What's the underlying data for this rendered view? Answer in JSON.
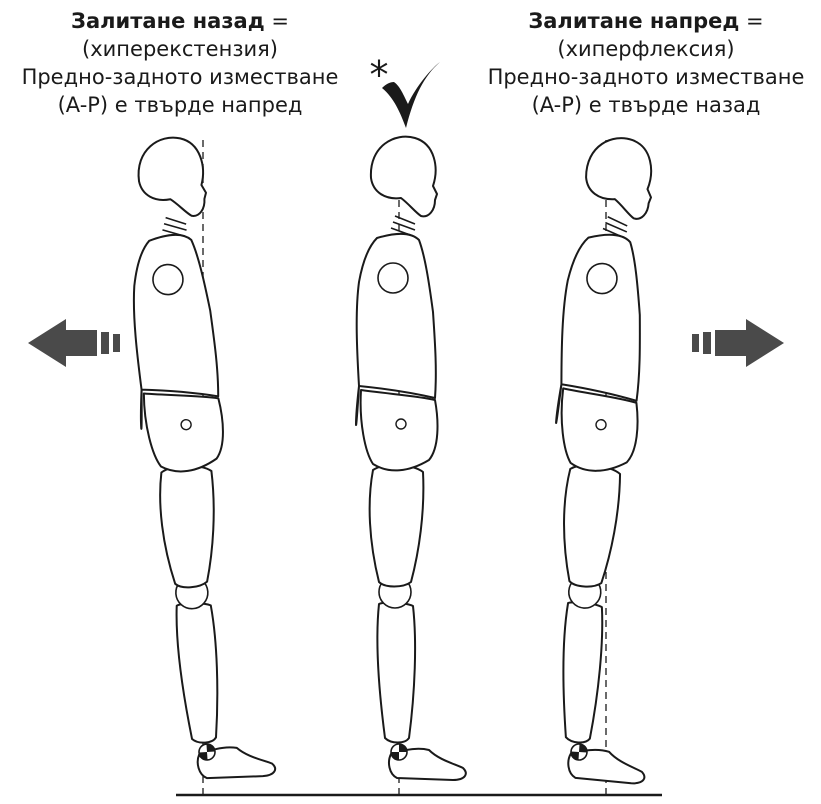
{
  "left_caption": {
    "title": "Залитане назад",
    "equals": " =",
    "line2": "(хиперекстензия)",
    "line3": "Предно-задното изместване",
    "line4": "(A-P) е твърде напред"
  },
  "center_mark": {
    "asterisk": "*",
    "check": "✓"
  },
  "right_caption": {
    "title": "Залитане напред",
    "equals": " =",
    "line2": "(хиперфлексия)",
    "line3": "Предно-задното изместване",
    "line4": "(A-P) е твърде назад"
  },
  "icons": {
    "left_arrow": "arrow-left-icon",
    "right_arrow": "arrow-right-icon",
    "check": "checkmark-icon"
  },
  "colors": {
    "line": "#1a1a1a",
    "arrow": "#4a4a4a",
    "background": "#ffffff"
  }
}
